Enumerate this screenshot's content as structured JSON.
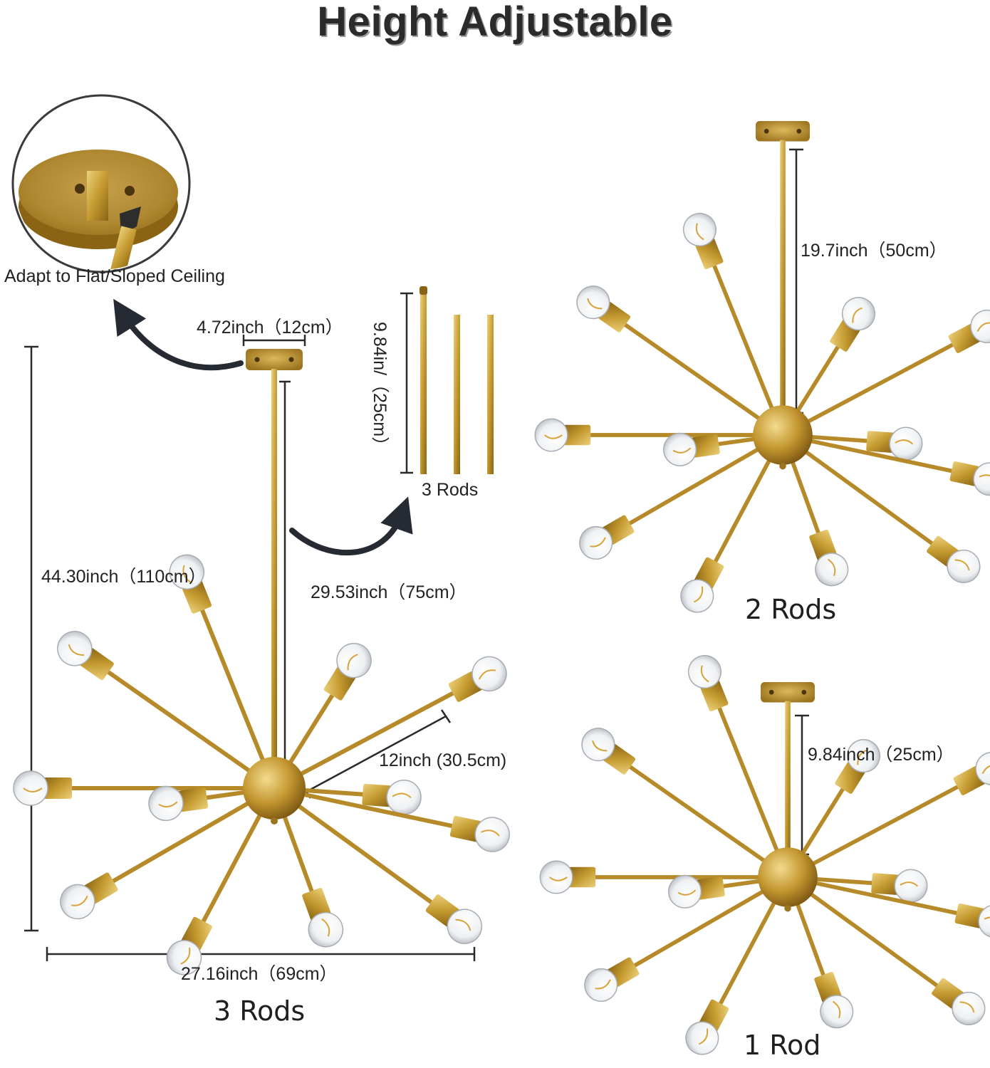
{
  "title": "Height Adjustable",
  "colors": {
    "brass": "#c0962c",
    "brass_dark": "#8a6414",
    "brass_light": "#e2c06a",
    "arrow": "#262b33",
    "dimension_line": "#2a2a2a"
  },
  "ceiling_detail": {
    "caption": "Adapt to Flat/Sloped Ceiling"
  },
  "rods_detail": {
    "length_label": "9.84in/（25cm）",
    "caption": "3 Rods"
  },
  "main_fixture": {
    "canopy_label": "4.72inch（12cm）",
    "total_height_label": "44.30inch（110cm）",
    "drop_label": "29.53inch（75cm）",
    "arm_label": "12inch (30.5cm)",
    "width_label": "27.16inch（69cm）",
    "caption": "3 Rods"
  },
  "fixture_2_rods": {
    "drop_label": "19.7inch（50cm）",
    "caption": "2 Rods"
  },
  "fixture_1_rod": {
    "drop_label": "9.84inch（25cm）",
    "caption": "1 Rod"
  }
}
